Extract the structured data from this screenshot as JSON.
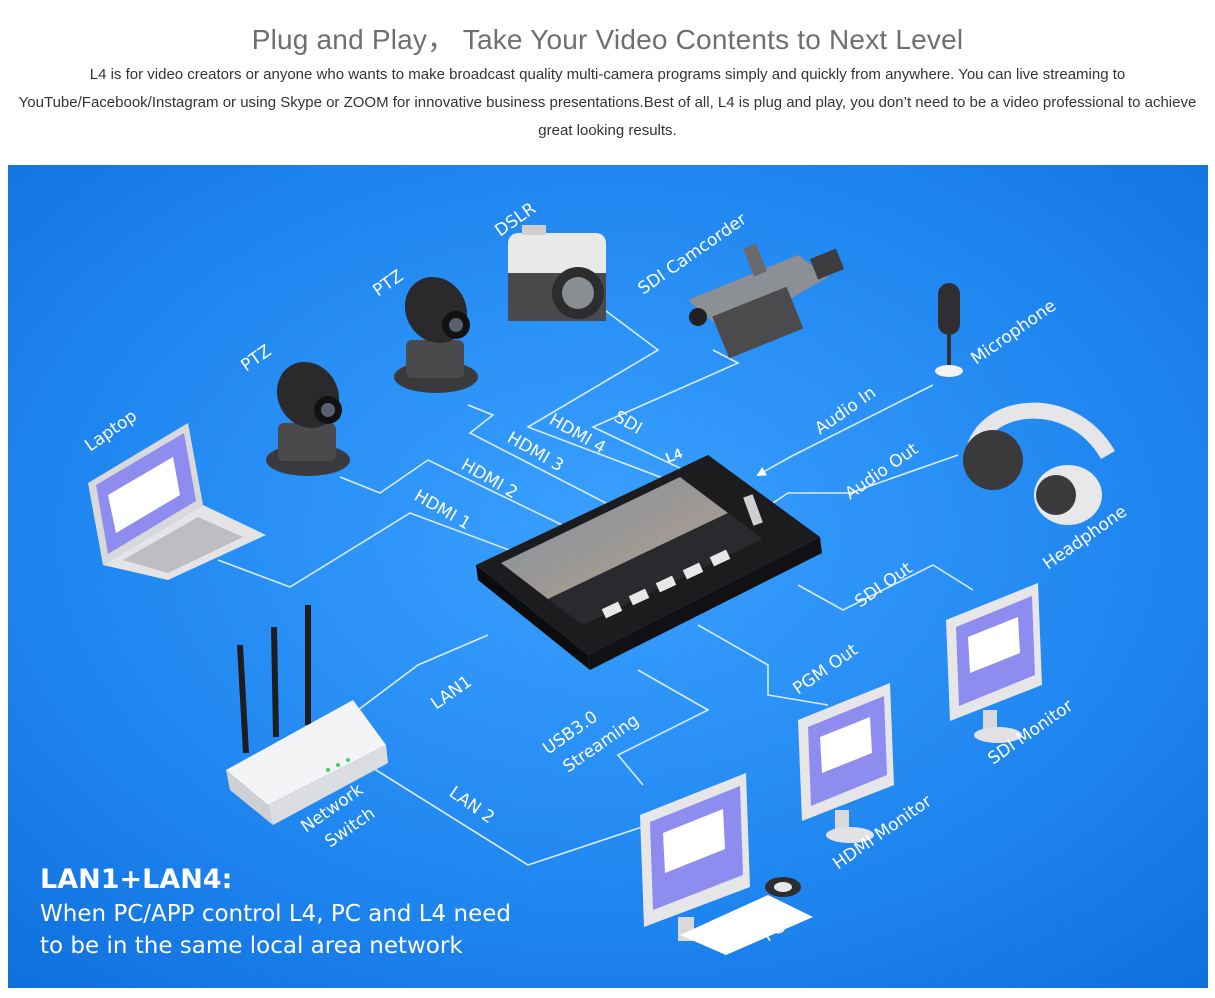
{
  "header": {
    "headline": "Plug and Play，  Take Your Video Contents to Next Level",
    "intro": "L4 is for video creators or anyone who wants to make broadcast quality multi-camera programs simply and quickly from anywhere. You can live streaming to YouTube/Facebook/Instagram or using Skype or ZOOM for innovative business presentations.Best of all, L4 is plug and play, you don’t need to be a video professional to achieve great looking results."
  },
  "diagram": {
    "background_color": "#1f86f0",
    "device_label": "L4",
    "devices": {
      "dslr": "DSLR",
      "sdi_camcorder": "SDI Camcorder",
      "ptz_top": "PTZ",
      "ptz_left": "PTZ",
      "laptop": "Laptop",
      "microphone": "Microphone",
      "headphone": "Headphone",
      "network_switch_line1": "Network",
      "network_switch_line2": "Switch",
      "sdi_monitor": "SDI Monitor",
      "hdmi_monitor": "HDMI Monitor",
      "pc": "PC"
    },
    "connections": {
      "hdmi1": "HDMI 1",
      "hdmi2": "HDMI 2",
      "hdmi3": "HDMI 3",
      "hdmi4": "HDMI 4",
      "sdi": "SDI",
      "audio_in": "Audio In",
      "audio_out": "Audio Out",
      "sdi_out": "SDI Out",
      "pgm_out": "PGM Out",
      "usb_line1": "USB3.0",
      "usb_line2": "Streaming",
      "lan1": "LAN1",
      "lan2": "LAN 2"
    },
    "caption": {
      "title": "LAN1+LAN4:",
      "body": "When PC/APP control L4, PC and L4 need to be in the same local area network"
    }
  }
}
